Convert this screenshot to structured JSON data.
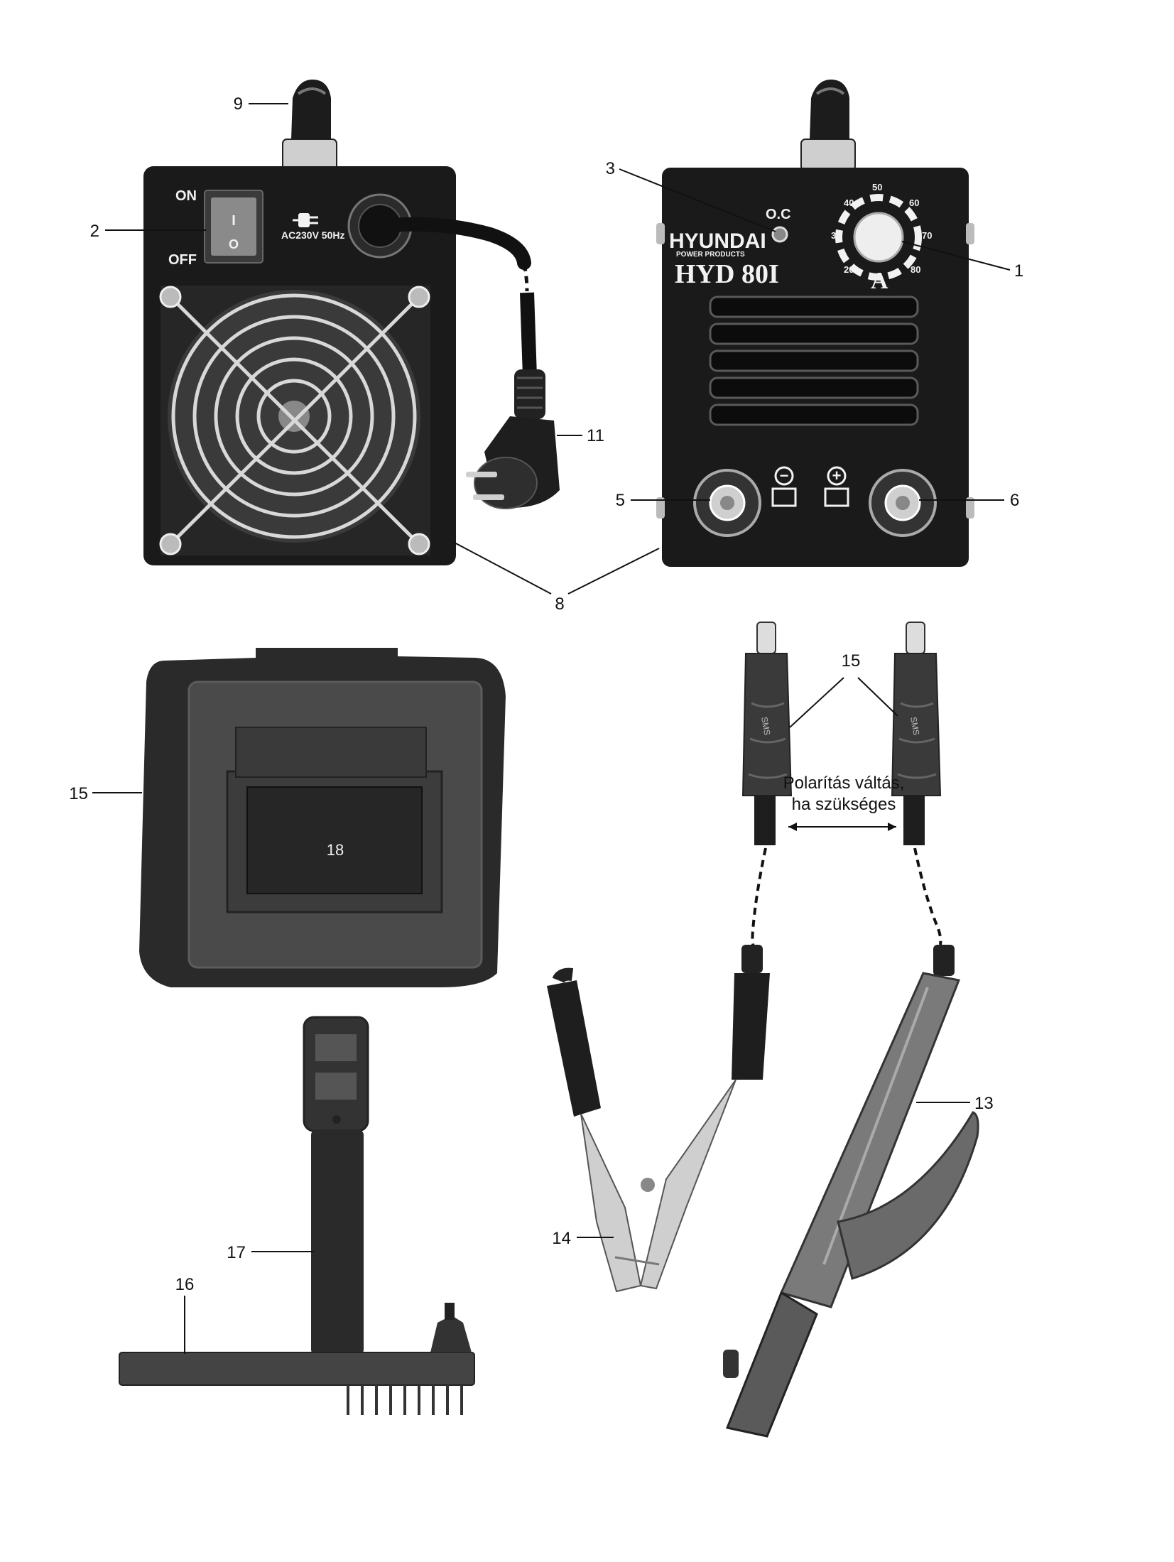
{
  "callouts": {
    "c1": "1",
    "c2": "2",
    "c3": "3",
    "c5": "5",
    "c6": "6",
    "c8": "8",
    "c9": "9",
    "c11": "11",
    "c13": "13",
    "c14": "14",
    "c15_cables": "15",
    "c15_mask": "15",
    "c16": "16",
    "c17": "17",
    "c18": "18"
  },
  "back_panel": {
    "switch_on": "ON",
    "switch_off": "OFF",
    "switch_on_mark": "I",
    "switch_off_mark": "O",
    "power_rating": "AC230V 50Hz"
  },
  "front_panel": {
    "brand": "HYUNDAI",
    "brand_sub": "POWER PRODUCTS",
    "model": "HYD 80I",
    "indicator": "O.C",
    "dial_unit": "A",
    "dial_scale": [
      "20",
      "30",
      "40",
      "50",
      "60",
      "70",
      "80"
    ],
    "minus_symbol": "−",
    "plus_symbol": "+"
  },
  "polarity_note": {
    "line1": "Polarítás váltás,",
    "line2": "ha szükséges"
  },
  "connector_brand": "SMS"
}
